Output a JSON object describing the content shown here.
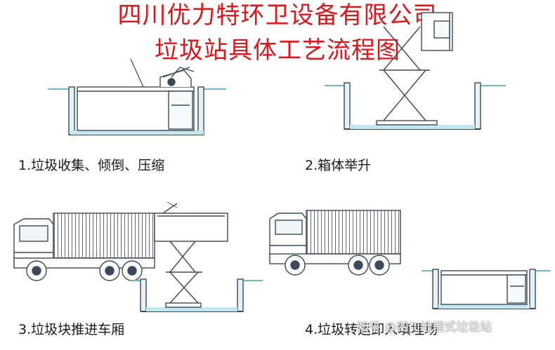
{
  "title": {
    "line1": "四川优力特环卫设备有限公司",
    "line2": "垃圾站具体工艺流程图"
  },
  "steps": [
    {
      "label": "1.垃圾收集、倾倒、压缩"
    },
    {
      "label": "2.箱体举升"
    },
    {
      "label": "3.垃圾块推进车厢"
    },
    {
      "label": "4.垃圾转运卸入填埋场"
    }
  ],
  "watermark": "知乎 @四川地埋式垃圾站",
  "colors": {
    "title": "#e0141b",
    "line": "#3a4a5a",
    "water": "#c5e8ee",
    "ground": "#6fb8c8"
  }
}
